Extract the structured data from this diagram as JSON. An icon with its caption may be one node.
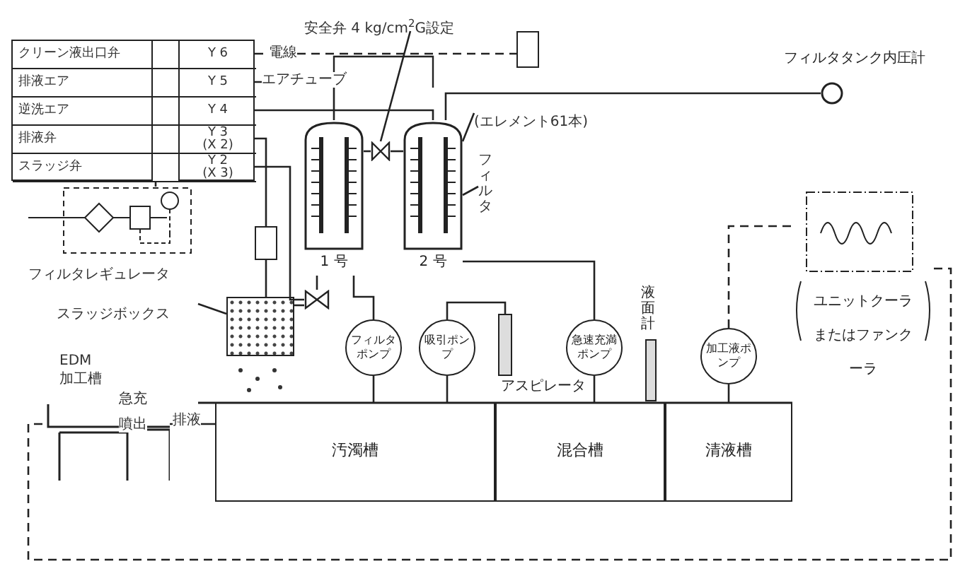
{
  "diagram": {
    "nodes": [
      {
        "text": [],
        "shape": "box"
      },
      {
        "text": [
          "クリーン液出口弁",
          "Y 6"
        ],
        "in": 0
      },
      {
        "text": [
          "排液エア",
          "Y 5"
        ],
        "in": 0
      },
      {
        "text": [
          "逆洗エア",
          "Y 4"
        ],
        "in": 0
      },
      {
        "text": [
          "排液弁",
          "Y 3",
          "(X 2)"
        ],
        "in": 0
      },
      {
        "text": [
          "スラッジ弁",
          "Y 2",
          "(X 3)"
        ],
        "in": 0
      },
      {
        "text": [
          "フィルタレギュレータ"
        ]
      },
      {
        "text": [
          "1 号"
        ]
      },
      {
        "text": [
          "2 号"
        ]
      },
      {
        "text": [
          "フィルタポンプ"
        ]
      },
      {
        "text": [
          "吸引ポンプ"
        ]
      },
      {
        "text": [
          "急速充満ポンプ"
        ]
      },
      {
        "text": [
          "加工液ポンプ"
        ]
      },
      {
        "text": [
          "ユニットクーラまたはファンクーラ"
        ]
      },
      {
        "text": [],
        "shape": "box"
      },
      {
        "text": [
          "スラッジボックス"
        ]
      },
      {
        "text": [
          "汚濁槽"
        ]
      },
      {
        "text": [
          "混合槽"
        ]
      },
      {
        "text": [
          "清液槽"
        ]
      },
      {
        "text": [
          "EDM",
          "加工槽"
        ]
      },
      {
        "text": [],
        "shape": "circle",
        "beside": [
          "フィルタタンク内圧計"
        ]
      },
      {
        "text": [],
        "shape": "bar",
        "beside": [
          "液面計"
        ]
      },
      {
        "text": [],
        "shape": "bar",
        "beside": [
          "アスピレータ"
        ]
      },
      {
        "text": [
          "安全弁 4 kg/cm$^{2}$G設定"
        ]
      },
      {
        "text": [],
        "shape": "valve"
      },
      {
        "text": [
          "(エレメント61本)"
        ]
      },
      {
        "text": [
          "フィルタ"
        ]
      },
      {
        "text": [],
        "shape": "box"
      },
      {
        "text": [],
        "shape": "box"
      },
      {
        "text": [],
        "shape": "valve"
      }
    ],
    "edges": [
      {
        "from": 1,
        "to": 27,
        "arrow": "none",
        "style": "dashed"
      },
      {
        "from": 2,
        "to": 7,
        "arrow": "none"
      },
      {
        "from": 3,
        "to": 8,
        "arrow": "none"
      },
      {
        "from": 4,
        "to": 28,
        "arrow": "none"
      },
      {
        "from": 5,
        "to": 29,
        "arrow": "none"
      },
      {
        "from": 28,
        "to": 14,
        "arrow": "none"
      },
      {
        "from": 7,
        "to": 29,
        "arrow": "none"
      },
      {
        "from": 29,
        "to": 14,
        "arrow": "none"
      },
      {
        "from": 6,
        "to": 0,
        "arrow": "none"
      },
      {
        "from": 16,
        "to": 9,
        "arrow": "none"
      },
      {
        "from": 9,
        "to": 7,
        "arrow": "none"
      },
      {
        "from": 16,
        "to": 10,
        "arrow": "none"
      },
      {
        "from": 10,
        "to": 22,
        "arrow": "none"
      },
      {
        "from": 17,
        "to": 11,
        "arrow": "none"
      },
      {
        "from": 18,
        "to": 12,
        "arrow": "none"
      },
      {
        "from": 12,
        "to": 13,
        "arrow": "none",
        "style": "dashed"
      },
      {
        "from": 13,
        "to": 19,
        "arrow": "none",
        "style": "dashed"
      },
      {
        "from": 19,
        "to": 16,
        "arrow": "none"
      },
      {
        "from": 8,
        "to": 20,
        "arrow": "none"
      },
      {
        "from": 15,
        "to": 14,
        "arrow": "none"
      },
      {
        "from": 23,
        "to": 24,
        "arrow": "none"
      },
      {
        "from": 25,
        "to": 8,
        "arrow": "none"
      },
      {
        "from": 26,
        "to": 8,
        "arrow": "none"
      },
      {
        "from": 11,
        "to": 8,
        "arrow": "none"
      },
      {
        "from": 7,
        "to": 24,
        "arrow": "none"
      },
      {
        "from": 24,
        "to": 8,
        "arrow": "none"
      }
    ],
    "labels": [
      "電線",
      "エアチューブ",
      "急充",
      "噴出",
      "排液"
    ]
  }
}
